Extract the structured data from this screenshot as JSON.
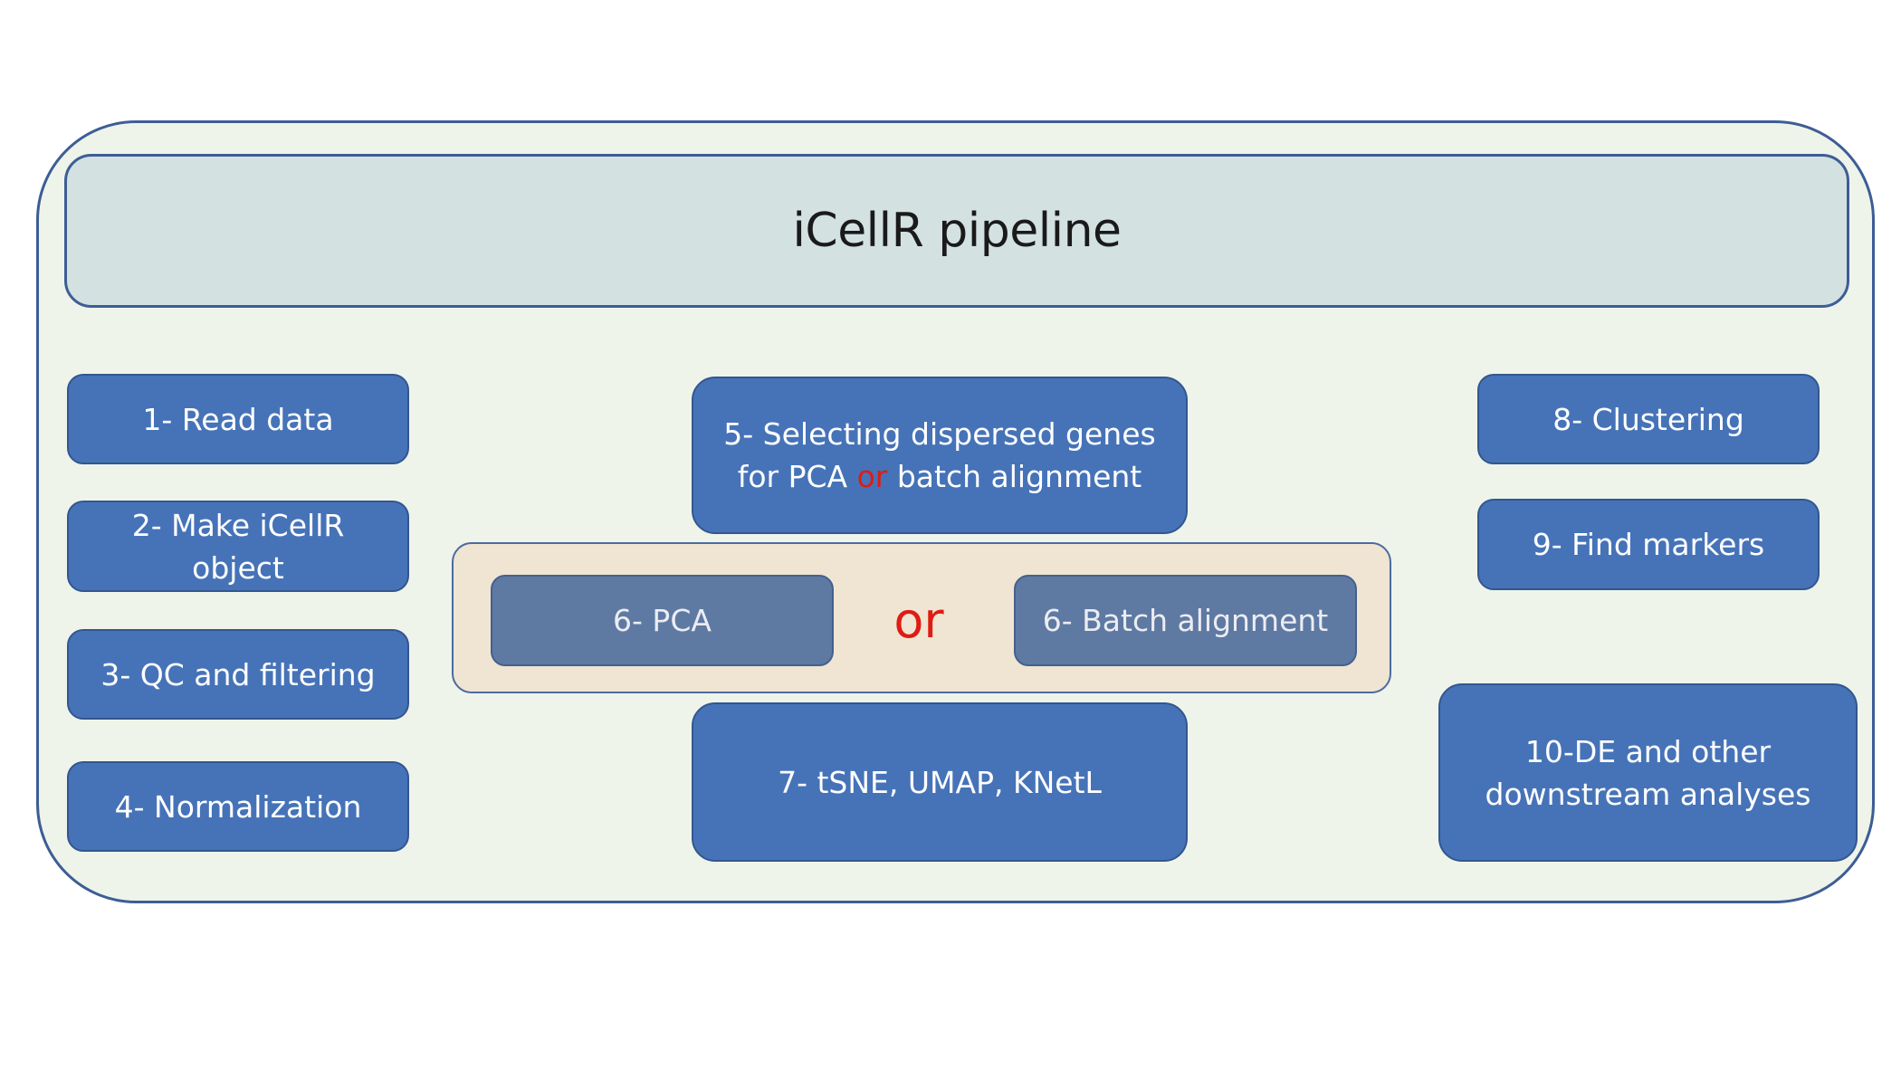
{
  "diagram": {
    "title": "iCellR pipeline",
    "steps": {
      "s1": "1- Read data",
      "s2_line1": "2- Make iCellR",
      "s2_line2": "object",
      "s3": "3- QC and filtering",
      "s4": "4- Normalization",
      "s5_line1": "5- Selecting dispersed genes",
      "s5_line2_pre": "for PCA ",
      "s5_line2_or": "or",
      "s5_line2_post": " batch alignment",
      "s6a": "6- PCA",
      "s6_or": "or",
      "s6b": "6- Batch alignment",
      "s7": "7- tSNE, UMAP, KNetL",
      "s8": "8- Clustering",
      "s9": "9- Find markers",
      "s10_line1": "10-DE and other",
      "s10_line2": "downstream analyses"
    },
    "colors": {
      "step_fill": "#4673b8",
      "alt_fill": "#5e7aa3",
      "group_fill": "#efe5d2",
      "banner_fill": "#d3e1e1",
      "outer_fill": "#eef4ea",
      "border": "#3d5d96",
      "or_text": "#e01b14"
    }
  }
}
